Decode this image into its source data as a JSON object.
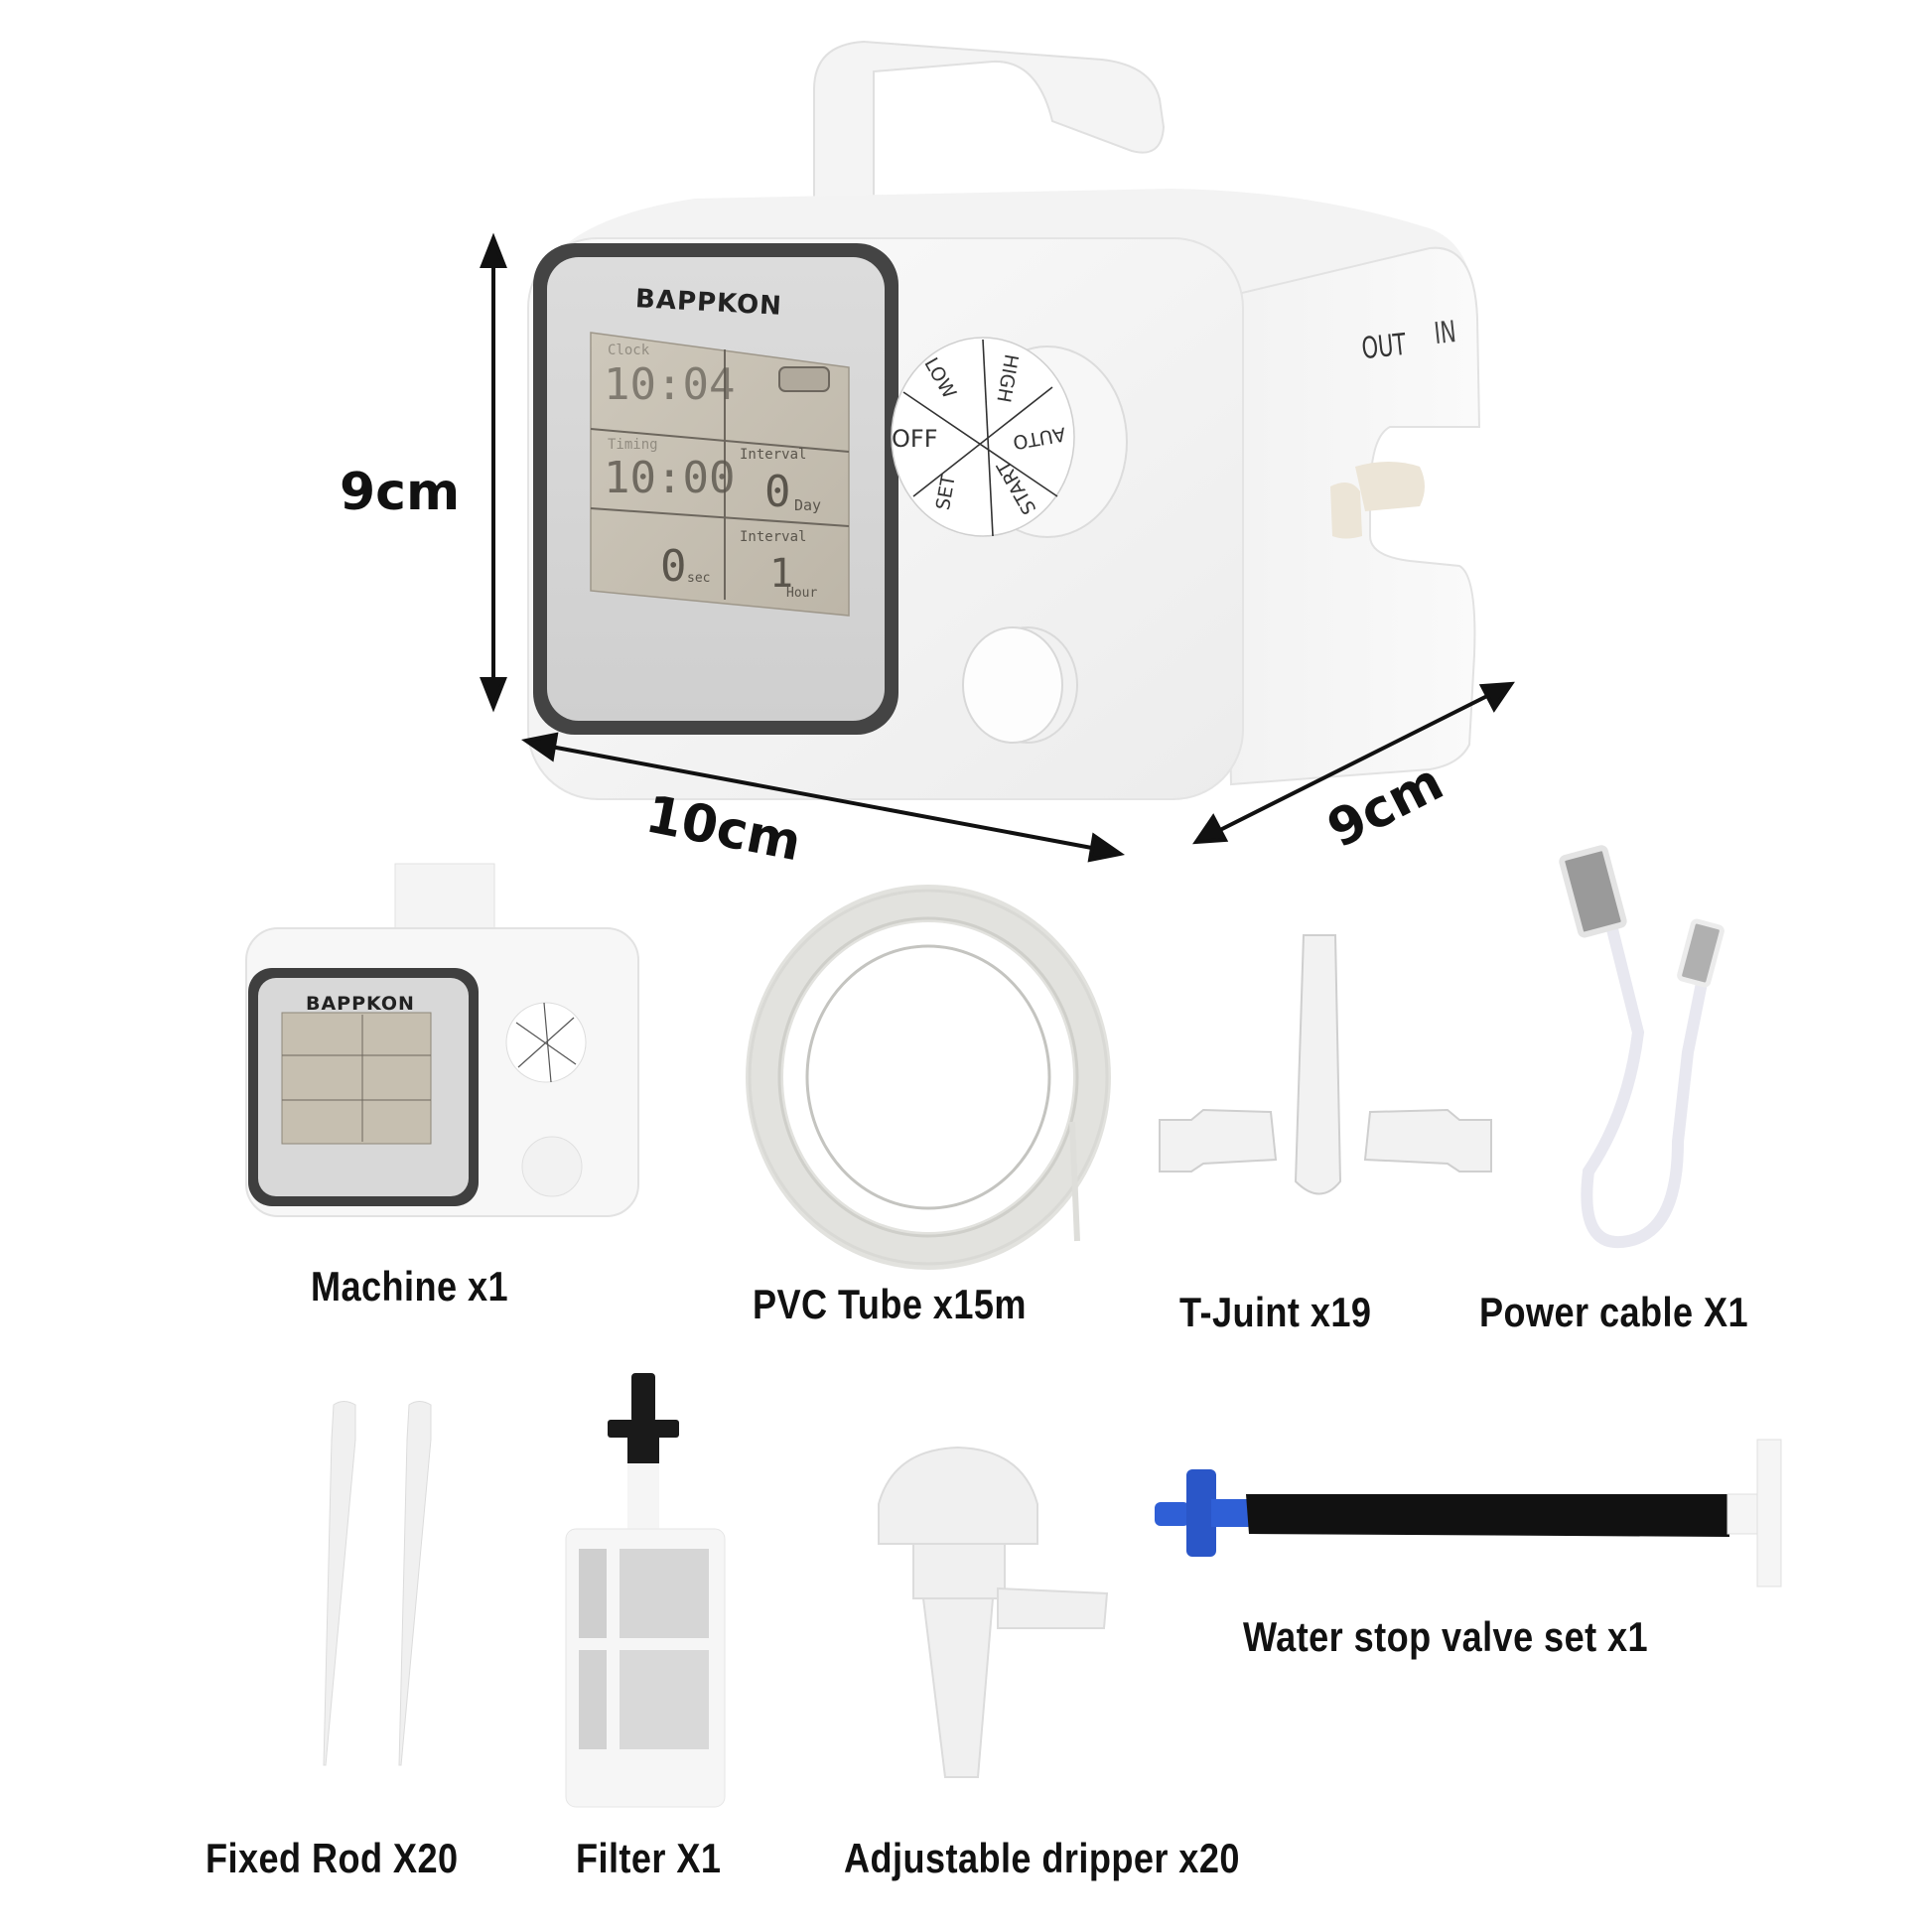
{
  "product": {
    "brand": "BAPPKON",
    "dimensions": {
      "height": "9cm",
      "width": "10cm",
      "depth": "9cm"
    },
    "ports": {
      "out": "OUT",
      "in": "IN"
    },
    "lcd": {
      "clock_label": "Clock",
      "clock_value": "10:04",
      "timing_label": "Timing",
      "timing_value": "10:00",
      "interval_label_1": "Interval",
      "interval_value_1": "0",
      "interval_unit_1": "Day",
      "duration_value": "0",
      "duration_unit": "sec",
      "interval_label_2": "Interval",
      "interval_value_2": "1",
      "interval_unit_2": "Hour",
      "battery_icon": "battery-icon"
    },
    "dial": {
      "positions": [
        "OFF",
        "LOW",
        "HIGH",
        "AUTO",
        "START",
        "SET"
      ]
    }
  },
  "items": [
    {
      "name": "Machine x1"
    },
    {
      "name": "PVC Tube x15m"
    },
    {
      "name": "T-Juint x19"
    },
    {
      "name": "Power cable X1"
    },
    {
      "name": "Fixed Rod X20"
    },
    {
      "name": "Filter X1"
    },
    {
      "name": "Adjustable dripper x20"
    },
    {
      "name": "Water stop valve set x1"
    }
  ],
  "colors": {
    "background": "#ffffff",
    "text": "#111111",
    "bezel": "#4a4a4a",
    "lcd": "#c9c2b4",
    "valve_blue": "#2f5fd6",
    "valve_tube": "#111111"
  }
}
